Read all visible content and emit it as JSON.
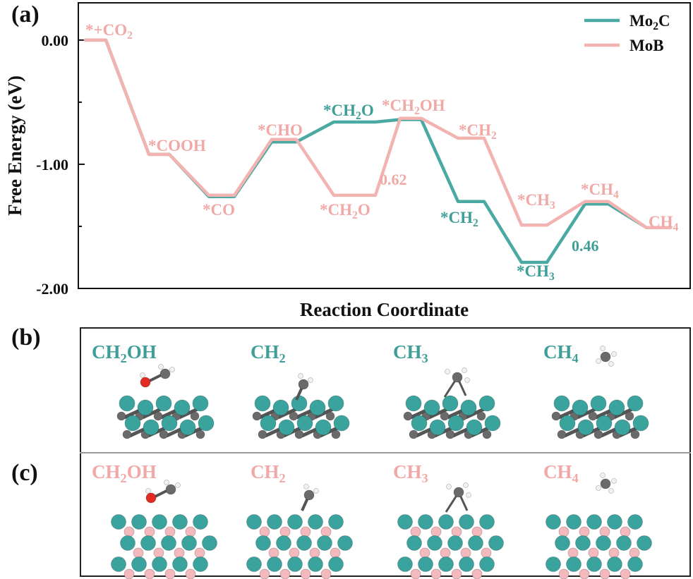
{
  "panels": {
    "a": "(a)",
    "b": "(b)",
    "c": "(c)"
  },
  "colors": {
    "mo2c": "#4aa9a3",
    "mob": "#f2b3b1",
    "mo2c_label": "#3f9e98",
    "mob_label": "#f0a9a6",
    "axis": "#111111",
    "atom_mo": "#3aa39e",
    "atom_c": "#6a6a6a",
    "atom_o": "#e02a22",
    "atom_h": "#f2f2f2",
    "atom_b": "#f4b9bc"
  },
  "chart_data": {
    "type": "line",
    "ylabel": "Free Energy (eV)",
    "xlabel": "Reaction Coordinate",
    "ylim": [
      -2.0,
      0.3
    ],
    "yticks": [
      {
        "v": 0.0,
        "label": "0.00"
      },
      {
        "v": -1.0,
        "label": "-1.00"
      },
      {
        "v": -2.0,
        "label": "-2.00"
      }
    ],
    "yminor": [
      0.5,
      -0.5,
      -1.5
    ],
    "legend": {
      "placement": "top-right",
      "entries": [
        "Mo2C",
        "MoB"
      ]
    },
    "series": [
      {
        "name": "Mo2C",
        "levels": [
          {
            "step": 0,
            "y": 0.0
          },
          {
            "step": 1,
            "y": -0.92
          },
          {
            "step": 2,
            "y": -1.26
          },
          {
            "step": 3,
            "y": -0.82
          },
          {
            "step": 4,
            "y": -0.66
          },
          {
            "step": 5,
            "y": -0.64
          },
          {
            "step": 6,
            "y": -1.3
          },
          {
            "step": 7,
            "y": -1.79
          },
          {
            "step": 8,
            "y": -1.32
          },
          {
            "step": 9,
            "y": -1.51
          }
        ]
      },
      {
        "name": "MoB",
        "levels": [
          {
            "step": 0,
            "y": 0.0
          },
          {
            "step": 1,
            "y": -0.92
          },
          {
            "step": 2,
            "y": -1.25
          },
          {
            "step": 3,
            "y": -0.8
          },
          {
            "step": 4,
            "y": -1.25
          },
          {
            "step": 5,
            "y": -0.63
          },
          {
            "step": 6,
            "y": -0.79
          },
          {
            "step": 7,
            "y": -1.49
          },
          {
            "step": 8,
            "y": -1.3
          },
          {
            "step": 9,
            "y": -1.51
          }
        ]
      }
    ],
    "annotations": [
      {
        "text": "*+CO2",
        "series": "MoB"
      },
      {
        "text": "*COOH",
        "series": "MoB"
      },
      {
        "text": "*CO",
        "series": "MoB"
      },
      {
        "text": "*CHO",
        "series": "MoB"
      },
      {
        "text": "*CH2O",
        "series": "Mo2C"
      },
      {
        "text": "*CH2OH",
        "series": "MoB"
      },
      {
        "text": "*CH2O",
        "series": "MoB"
      },
      {
        "text": "0.62",
        "series": "MoB"
      },
      {
        "text": "*CH2",
        "series": "MoB"
      },
      {
        "text": "*CH2",
        "series": "Mo2C"
      },
      {
        "text": "*CH3",
        "series": "MoB"
      },
      {
        "text": "*CH4",
        "series": "MoB"
      },
      {
        "text": "*CH3",
        "series": "Mo2C"
      },
      {
        "text": "0.46",
        "series": "Mo2C"
      },
      {
        "text": "CH4",
        "series": "MoB"
      }
    ]
  },
  "panel_b": {
    "series": "Mo2C",
    "labels": [
      "CH2OH",
      "CH2",
      "CH3",
      "CH4"
    ]
  },
  "panel_c": {
    "series": "MoB",
    "labels": [
      "CH2OH",
      "CH2",
      "CH3",
      "CH4"
    ]
  }
}
